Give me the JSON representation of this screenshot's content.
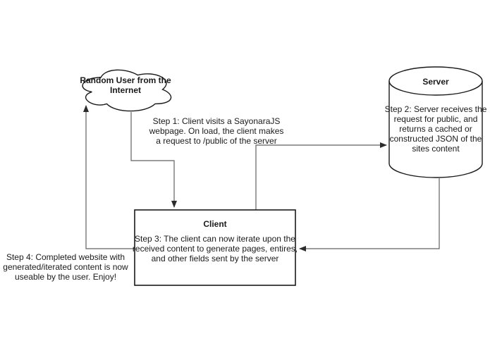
{
  "diagram": {
    "nodes": {
      "user": {
        "shape": "cloud",
        "label": "Random User from the\nInternet"
      },
      "server": {
        "shape": "cylinder",
        "title": "Server",
        "body": "Step 2: Server receives the\nrequest for public, and\nreturns a cached or\nconstructed JSON of the\nsites content"
      },
      "client": {
        "shape": "rectangle",
        "title": "Client",
        "body": "Step 3: The client can now iterate upon the\nreceived content to generate pages, entires,\nand other fields sent by the server"
      }
    },
    "labels": {
      "step1": "Step 1: Client visits a SayonaraJS\nwebpage. On load, the client makes\na request to /public of the server",
      "step4": "Step 4: Completed website with\ngenerated/iterated content is now\nuseable by the user. Enjoy!"
    },
    "edges": [
      {
        "from": "user",
        "to": "client"
      },
      {
        "from": "client",
        "to": "server"
      },
      {
        "from": "server",
        "to": "client"
      },
      {
        "from": "client",
        "to": "user"
      }
    ],
    "colors": {
      "background": "#ffffff",
      "shape_stroke": "#1a1a1a",
      "connector": "#616161",
      "arrowhead": "#2b2b2b",
      "text": "#1a1a1a"
    }
  }
}
